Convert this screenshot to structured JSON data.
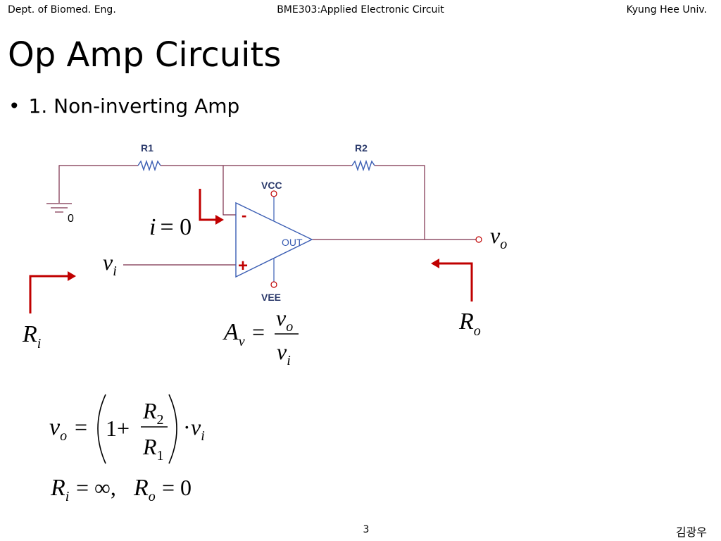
{
  "header": {
    "left": "Dept. of Biomed. Eng.",
    "center": "BME303:Applied Electronic Circuit",
    "right": "Kyung Hee Univ."
  },
  "title": "Op Amp Circuits",
  "bullet": "1. Non-inverting Amp",
  "circuit": {
    "r1_label": "R1",
    "r2_label": "R2",
    "vcc_label": "VCC",
    "vee_label": "VEE",
    "out_label": "OUT",
    "ground_label": "0",
    "minus_sign": "-",
    "plus_sign": "+",
    "current_label_var": "i",
    "current_label_eq": "= 0",
    "input_var": "v",
    "input_sub": "i",
    "output_var": "v",
    "output_sub": "o",
    "ri_var": "R",
    "ri_sub": "i",
    "ro_var": "R",
    "ro_sub": "o",
    "wire_color": "#7b2d4a",
    "resistor_color": "#3a5db3",
    "opamp_color": "#3a5db3",
    "arrow_color": "#c00000"
  },
  "equations": {
    "gain_lhs": "A",
    "gain_lhs_sub": "v",
    "gain_eq": "=",
    "gain_num": "v",
    "gain_num_sub": "o",
    "gain_den": "v",
    "gain_den_sub": "i",
    "vo_lhs": "v",
    "vo_lhs_sub": "o",
    "vo_eq": "=",
    "vo_one_plus": "1+",
    "vo_num": "R",
    "vo_num_sub": "2",
    "vo_den": "R",
    "vo_den_sub": "1",
    "vo_dot": "·",
    "vo_rhs": "v",
    "vo_rhs_sub": "i",
    "imp_ri": "R",
    "imp_ri_sub": "i",
    "imp_ri_val": "= ∞,",
    "imp_ro": "R",
    "imp_ro_sub": "o",
    "imp_ro_val": "= 0"
  },
  "footer": {
    "page": "3",
    "author": "김광우"
  }
}
